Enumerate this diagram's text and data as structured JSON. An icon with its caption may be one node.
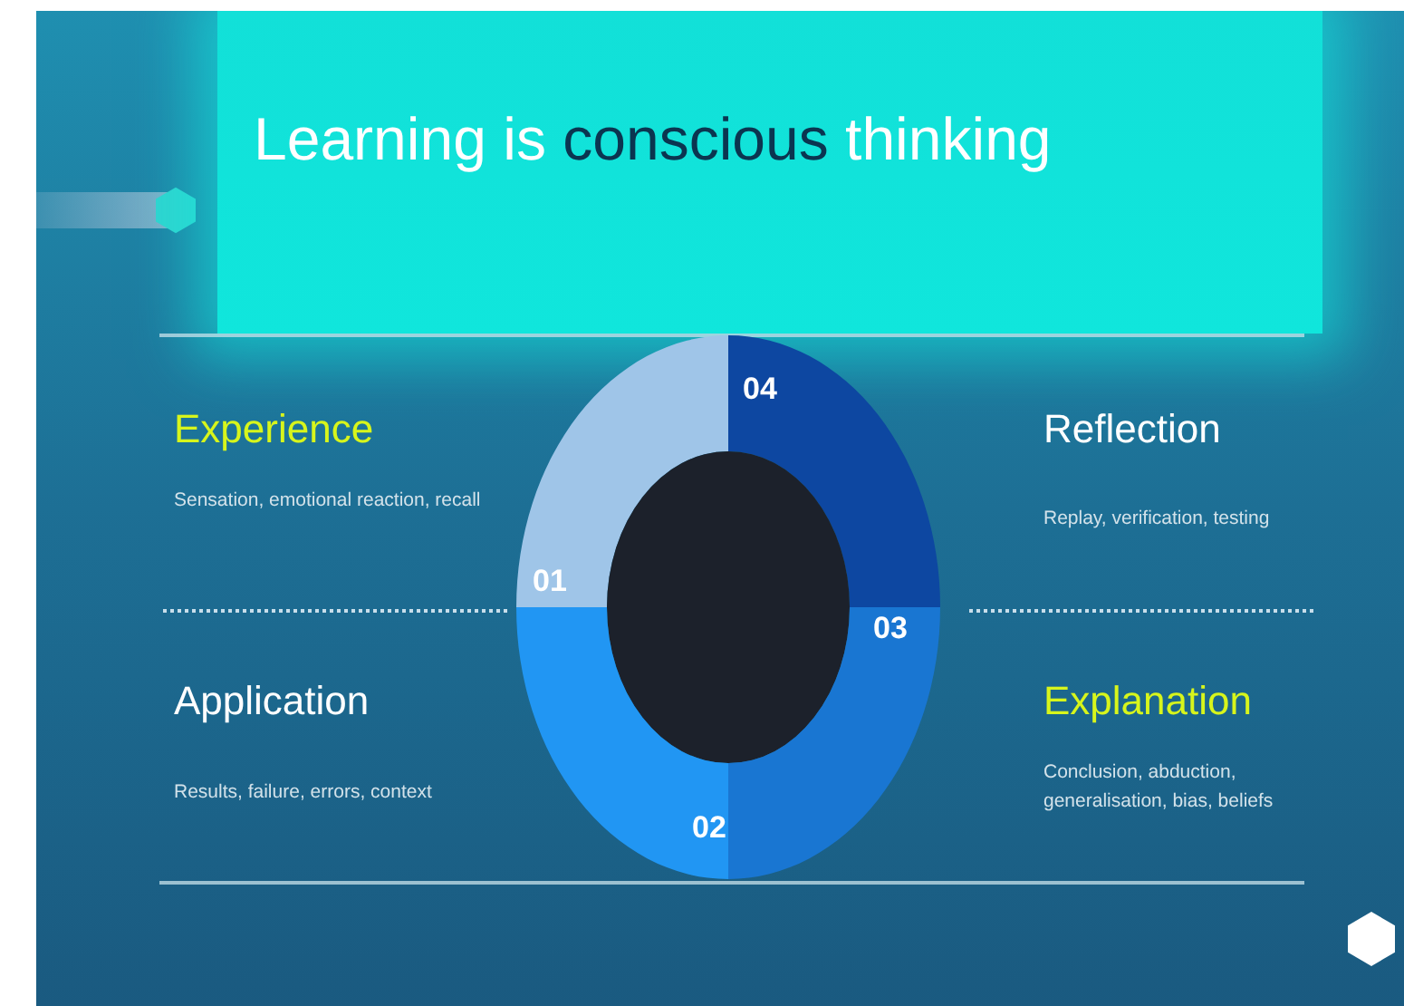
{
  "diagram": {
    "title": "Learning is **conscious** thinking",
    "nodes": [
      {
        "text": [
          "04"
        ]
      },
      {
        "text": [
          "01"
        ]
      },
      {
        "text": [],
        "shape": "circle"
      },
      {
        "text": [
          "03"
        ]
      },
      {
        "text": [
          "02"
        ]
      }
    ],
    "labels": [
      "Experience",
      "Sensation, emotional reaction, recall",
      "Reflection",
      "Replay, verification, testing",
      "Application",
      "Results, failure, errors, context",
      "Explanation",
      "Conclusion, abduction, generalisation, bias, beliefs"
    ]
  }
}
